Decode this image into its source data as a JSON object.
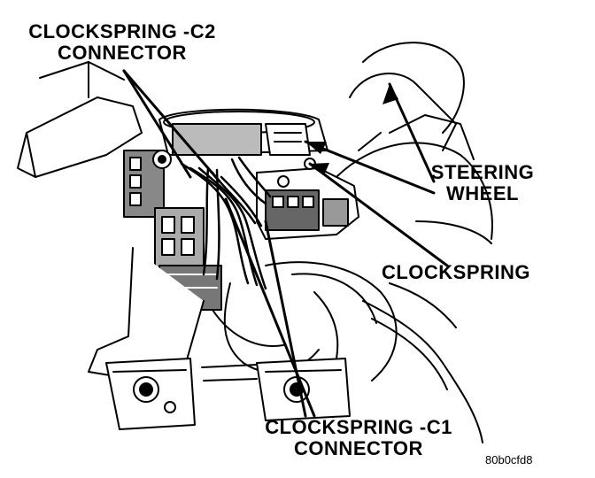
{
  "labels": {
    "clockspring_c2": [
      "CLOCKSPRING -C2",
      "CONNECTOR"
    ],
    "steering_wheel": [
      "STEERING",
      "WHEEL"
    ],
    "clockspring": "CLOCKSPRING",
    "clockspring_c1": [
      "CLOCKSPRING -C1",
      "CONNECTOR"
    ]
  },
  "figure_code": "80b0cfd8",
  "colors": {
    "ink": "#000000",
    "paper": "#ffffff"
  }
}
